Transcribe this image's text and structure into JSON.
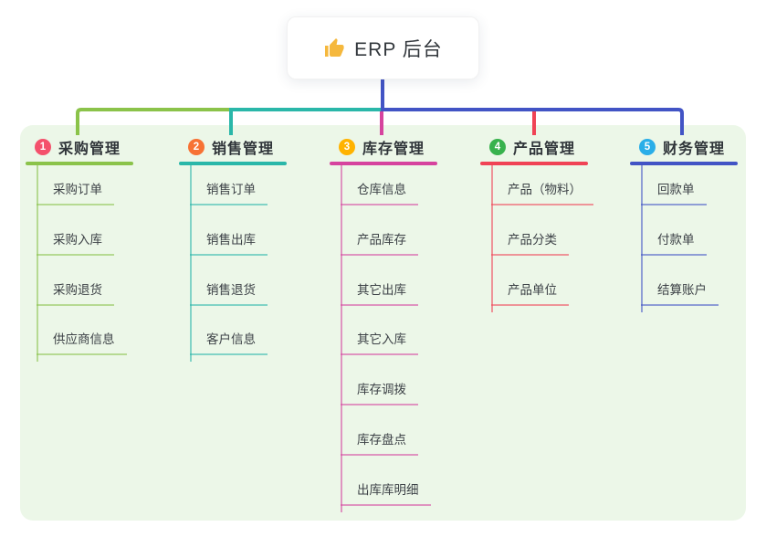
{
  "root": {
    "title": "ERP 后台",
    "icon": "thumbs-up-icon",
    "icon_color": "#f5b83d"
  },
  "panel_color": "#ecf7e8",
  "connector": {
    "trunk_color": "#4254c5"
  },
  "branches": [
    {
      "num": "1",
      "title": "采购管理",
      "badge_color": "#f4516c",
      "line_color": "#8bc34a",
      "children": [
        "采购订单",
        "采购入库",
        "采购退货",
        "供应商信息"
      ]
    },
    {
      "num": "2",
      "title": "销售管理",
      "badge_color": "#f77234",
      "line_color": "#2ab7a9",
      "children": [
        "销售订单",
        "销售出库",
        "销售退货",
        "客户信息"
      ]
    },
    {
      "num": "3",
      "title": "库存管理",
      "badge_color": "#ffb300",
      "line_color": "#d6439e",
      "children": [
        "仓库信息",
        "产品库存",
        "其它出库",
        "其它入库",
        "库存调拨",
        "库存盘点",
        "出库库明细"
      ]
    },
    {
      "num": "4",
      "title": "产品管理",
      "badge_color": "#38b24d",
      "line_color": "#f04355",
      "children": [
        "产品（物料）",
        "产品分类",
        "产品单位"
      ]
    },
    {
      "num": "5",
      "title": "财务管理",
      "badge_color": "#2aaee8",
      "line_color": "#4254c5",
      "children": [
        "回款单",
        "付款单",
        "结算账户"
      ]
    }
  ]
}
